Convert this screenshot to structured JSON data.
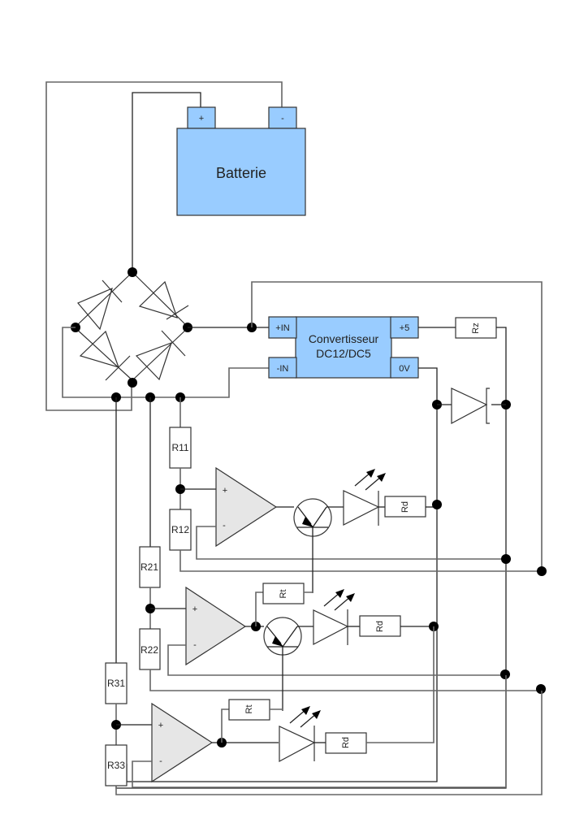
{
  "diagram": {
    "type": "electronic-schematic",
    "battery": {
      "label": "Batterie",
      "terminal_plus": "+",
      "terminal_minus": "-",
      "color": "#99ccff"
    },
    "converter": {
      "label_line1": "Convertisseur",
      "label_line2": "DC12/DC5",
      "pin_in_plus": "+IN",
      "pin_in_minus": "-IN",
      "pin_out_plus": "+5",
      "pin_out_zero": "0V",
      "color": "#99ccff"
    },
    "bridge_rectifier": {
      "diodes": 4
    },
    "resistors": {
      "rz": "Rz",
      "r11": "R11",
      "r12": "R12",
      "r21": "R21",
      "r22": "R22",
      "r31": "R31",
      "r33": "R33",
      "rt": "Rt",
      "rd": "Rd"
    },
    "opamp": {
      "plus": "+",
      "minus": "-",
      "fill": "#e6e6e6"
    },
    "stages": [
      {
        "divider_top": "R11",
        "divider_bottom": "R12",
        "has_transistor": true,
        "has_rt": false,
        "led_resistor": "Rd"
      },
      {
        "divider_top": "R21",
        "divider_bottom": "R22",
        "has_transistor": true,
        "has_rt": true,
        "led_resistor": "Rd"
      },
      {
        "divider_top": "R31",
        "divider_bottom": "R33",
        "has_transistor": false,
        "has_rt": true,
        "led_resistor": "Rd"
      }
    ],
    "zener": {
      "present": true
    }
  }
}
